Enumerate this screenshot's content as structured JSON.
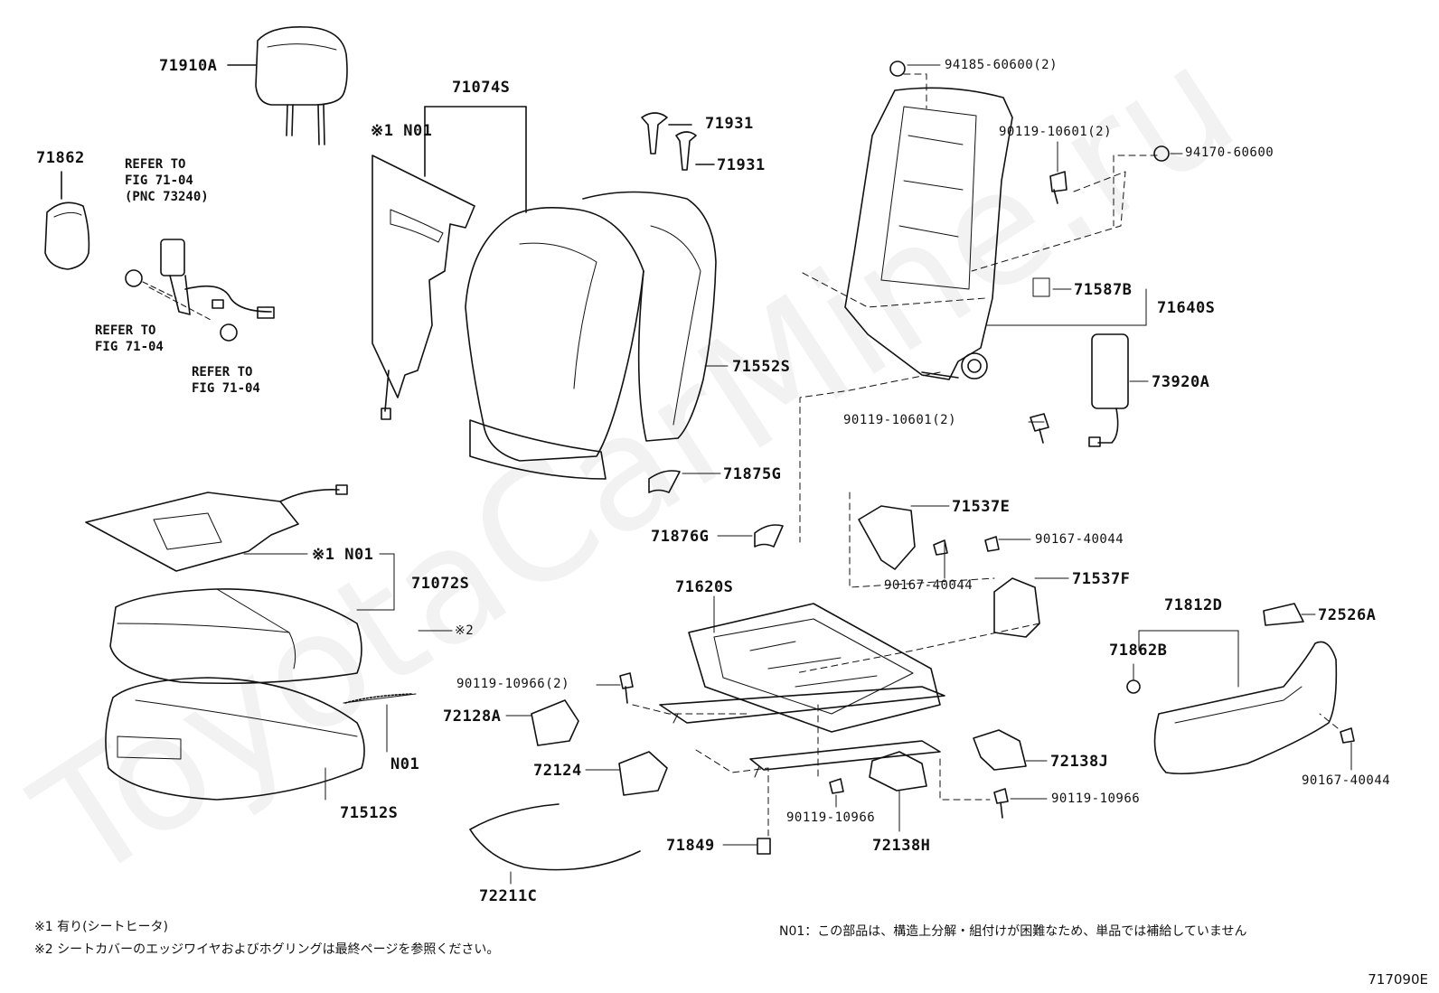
{
  "labels": {
    "p71910A": "71910A",
    "p71862": "71862",
    "p71074S": "71074S",
    "n01_top": "※1 N01",
    "p71931a": "71931",
    "p71931b": "71931",
    "p94185": "94185-60600(2)",
    "p90119_10601_top": "90119-10601(2)",
    "p94170": "94170-60600",
    "p71587B": "71587B",
    "p71640S": "71640S",
    "p71552S": "71552S",
    "p73920A": "73920A",
    "p90119_10601_bot": "90119-10601(2)",
    "p71875G": "71875G",
    "p71876G": "71876G",
    "n01_mid": "※1 N01",
    "p71072S": "71072S",
    "p71537E": "71537E",
    "p90167_40044_a": "90167-40044",
    "p90167_40044_b": "90167-40044",
    "p71537F": "71537F",
    "p71620S": "71620S",
    "p71812D": "71812D",
    "p72526A": "72526A",
    "p71862B": "71862B",
    "mark2": "※2",
    "p90119_10966_2": "90119-10966(2)",
    "p72128A": "72128A",
    "n01_low": "N01",
    "p72124": "72124",
    "p71512S": "71512S",
    "p72138J": "72138J",
    "p90119_10966_a": "90119-10966",
    "p90119_10966_b": "90119-10966",
    "p90167_40044_c": "90167-40044",
    "p71849": "71849",
    "p72138H": "72138H",
    "p72211C": "72211C"
  },
  "refs": {
    "ref_73240": "REFER TO\nFIG 71-04\n(PNC 73240)",
    "ref_a": "REFER TO\nFIG 71-04",
    "ref_b": "REFER TO\nFIG 71-04"
  },
  "notes": {
    "note1": "※1 有り(シートヒータ)",
    "note2": "※2 シートカバーのエッジワイヤおよびホグリングは最終ページを参照ください。",
    "note_n01": "N01：この部品は、構造上分解・組付けが困難なため、単品では補給していません"
  },
  "figure_number": "717090E",
  "watermark": "ToyotaCarMine.ru"
}
